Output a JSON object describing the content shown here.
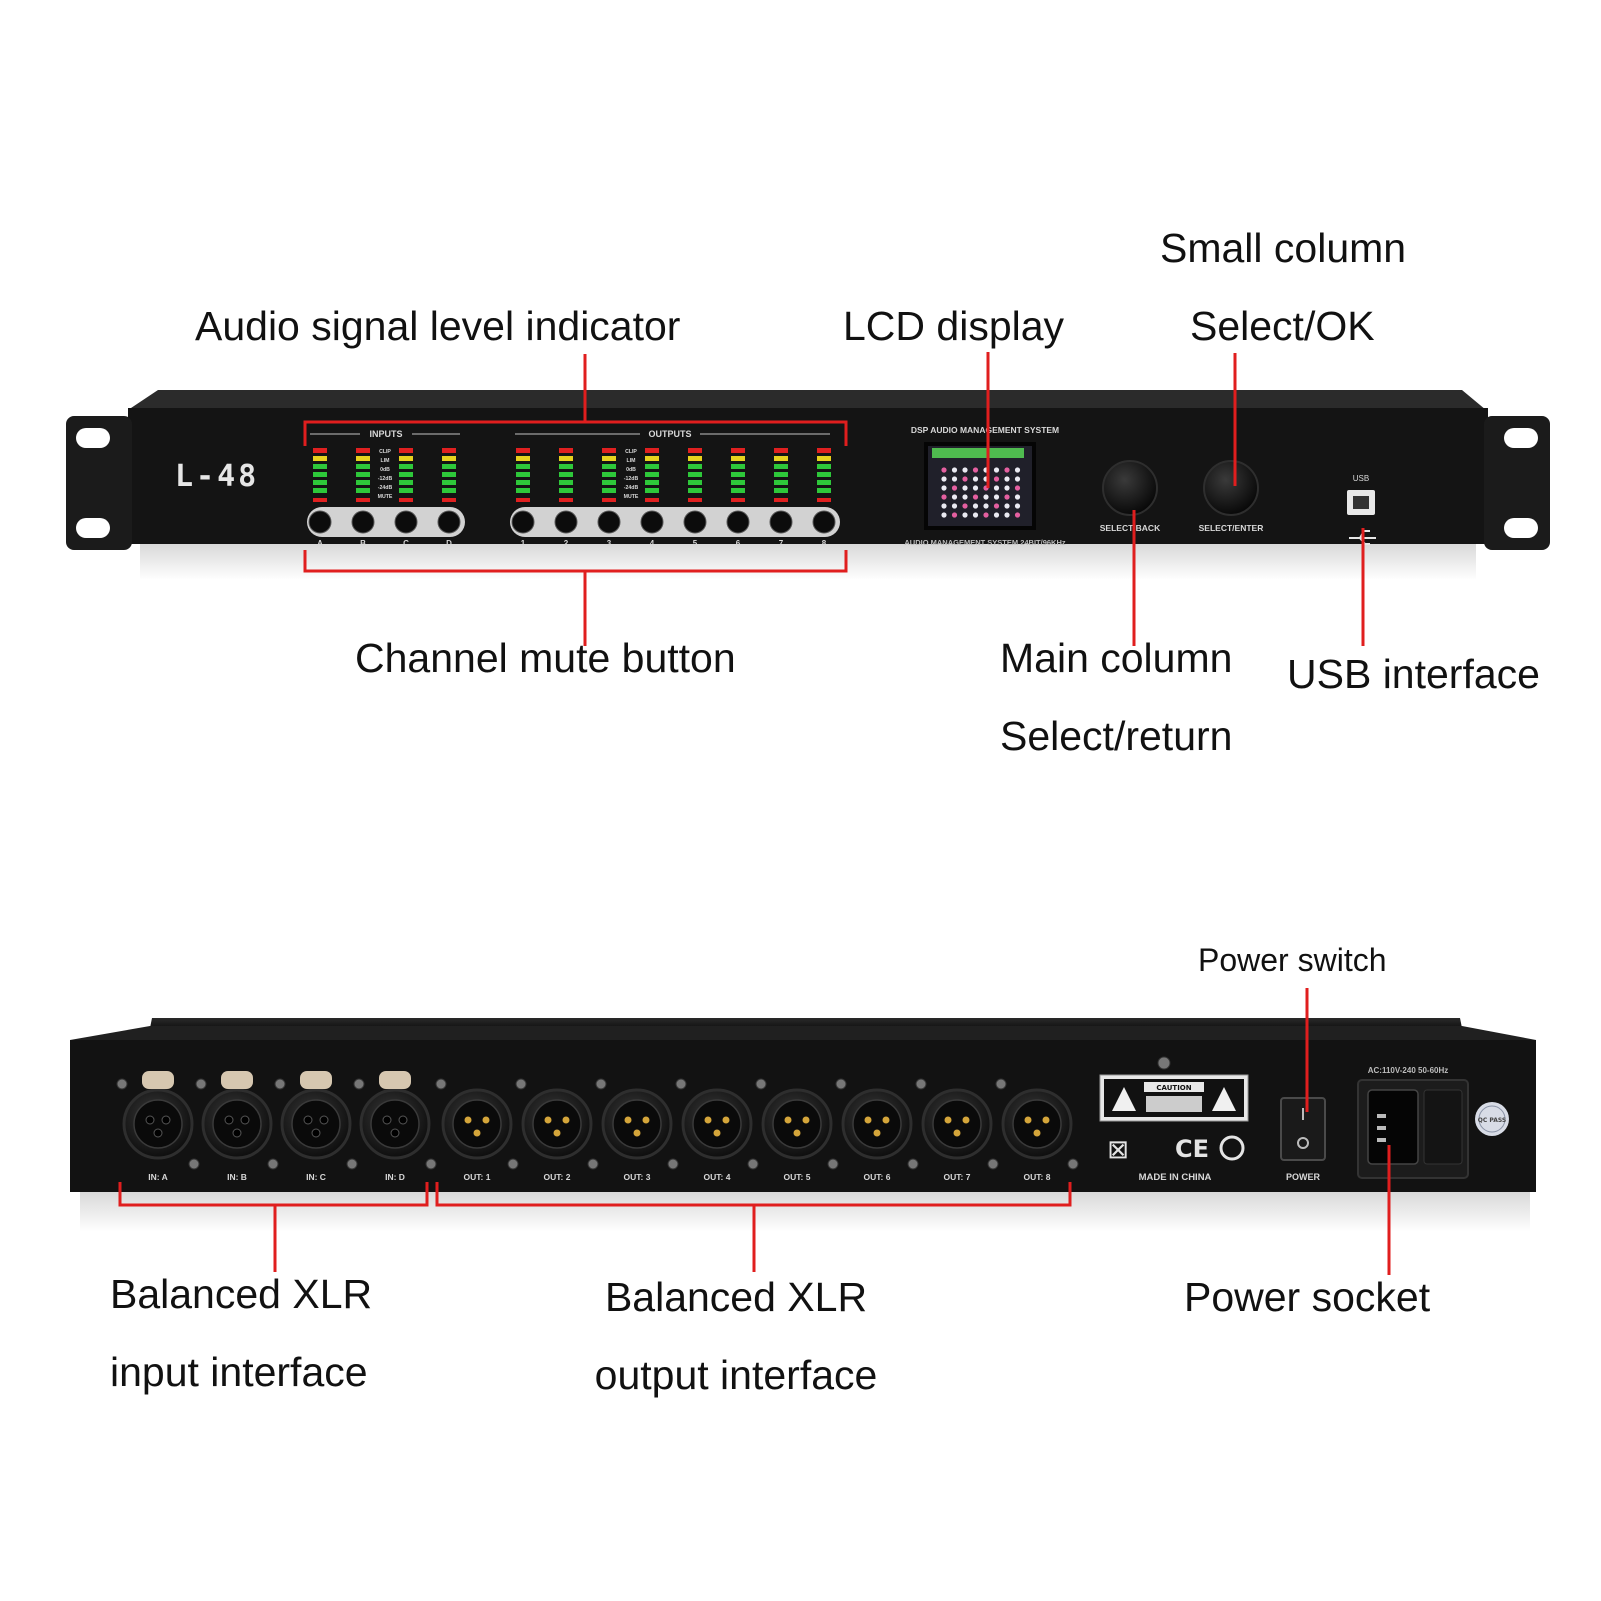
{
  "front_panel": {
    "model": "L-48",
    "inputs_label": "INPUTS",
    "outputs_label": "OUTPUTS",
    "meter_scale": [
      "CLIP",
      "LIM",
      "0dB",
      "-12dB",
      "-24dB",
      "MUTE"
    ],
    "input_channels": [
      "A",
      "B",
      "C",
      "D"
    ],
    "output_channels": [
      "1",
      "2",
      "3",
      "4",
      "5",
      "6",
      "7",
      "8"
    ],
    "system_title": "DSP AUDIO MANAGEMENT SYSTEM",
    "system_subtitle": "AUDIO MANAGEMENT SYSTEM 24BIT/96KHz",
    "knob_back_label": "SELECT/BACK",
    "knob_enter_label": "SELECT/ENTER",
    "usb_label": "USB"
  },
  "rear_panel": {
    "input_ports": [
      "IN: A",
      "IN: B",
      "IN: C",
      "IN: D"
    ],
    "output_ports": [
      "OUT: 1",
      "OUT: 2",
      "OUT: 3",
      "OUT: 4",
      "OUT: 5",
      "OUT: 6",
      "OUT: 7",
      "OUT: 8"
    ],
    "caution_label": "CAUTION",
    "made_in": "MADE IN CHINA",
    "power_label": "POWER",
    "ac_label": "AC:110V-240 50-60Hz",
    "qc_label": "QC PASS"
  },
  "callouts": {
    "audio_signal_level_indicator": "Audio signal level indicator",
    "lcd_display": "LCD display",
    "small_column_line1": "Small column",
    "small_column_line2": "Select/OK",
    "channel_mute_button": "Channel mute button",
    "main_column_line1": "Main column",
    "main_column_line2": "Select/return",
    "usb_interface": "USB interface",
    "power_switch": "Power switch",
    "xlr_input_line1": "Balanced XLR",
    "xlr_input_line2": "input interface",
    "xlr_output_line1": "Balanced XLR",
    "xlr_output_line2": "output interface",
    "power_socket": "Power socket"
  },
  "colors": {
    "callout_line": "#e01e1e",
    "panel": "#151515",
    "meter_green": "#2ec83a",
    "meter_yellow": "#e8d21e",
    "meter_red": "#e02020"
  }
}
